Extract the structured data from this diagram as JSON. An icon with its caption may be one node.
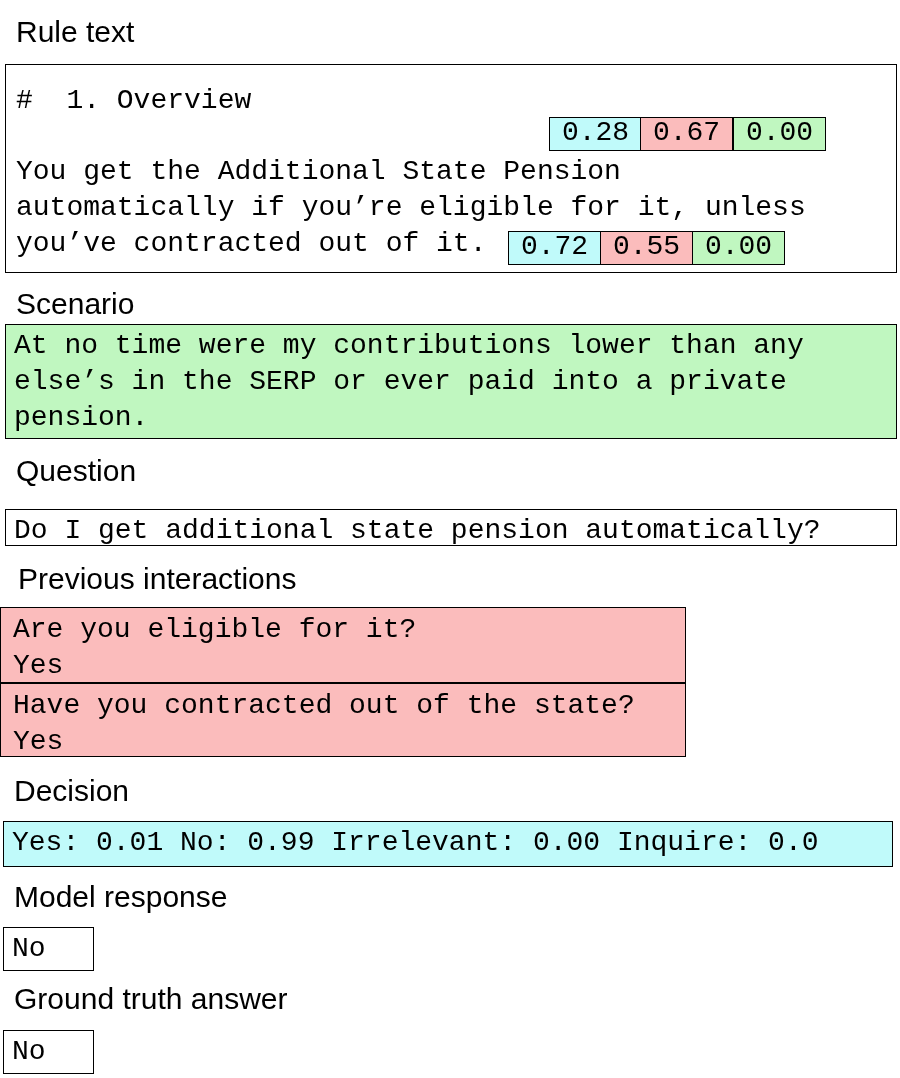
{
  "diagram": {
    "nodes": [
      {
        "text": [
          "Rule text",
          "#  1. Overview",
          "You get the Additional State Pension automatically if you’re eligible for it, unless you’ve contracted out of it."
        ]
      },
      {
        "text": [
          "0.28"
        ],
        "in": 0
      },
      {
        "text": [
          "0.67"
        ],
        "in": 0
      },
      {
        "text": [
          "0.00"
        ],
        "in": 0
      },
      {
        "text": [
          "0.72"
        ],
        "in": 0
      },
      {
        "text": [
          "0.55"
        ],
        "in": 0
      },
      {
        "text": [
          "0.00"
        ],
        "in": 0
      },
      {
        "text": [
          "Scenario",
          "At no time were my contributions lower than any else’s in the SERP or ever paid into a private pension."
        ]
      },
      {
        "text": [
          "Question",
          "Do I get additional state pension automatically?"
        ]
      },
      {
        "text": [
          "Previous interactions"
        ]
      },
      {
        "text": [
          "Are you eligible for it?",
          "Yes"
        ],
        "in": 9
      },
      {
        "text": [
          "Have you contracted out of the state?",
          "Yes"
        ],
        "in": 9
      },
      {
        "text": [
          "Decision",
          "Yes: 0.01 No: 0.99 Irrelevant: 0.00 Inquire: 0.0"
        ]
      },
      {
        "text": [
          "Model response",
          "No"
        ]
      },
      {
        "text": [
          "Ground truth answer",
          "No"
        ]
      }
    ]
  }
}
